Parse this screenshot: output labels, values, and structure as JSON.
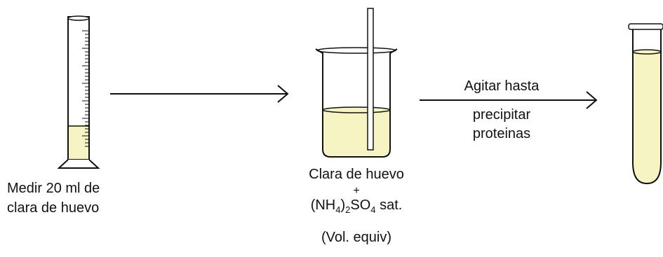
{
  "steps": {
    "measure_line1": "Medir 20 ml de",
    "measure_line2": "clara de huevo",
    "mix_line1": "Clara de huevo",
    "mix_plus": "+",
    "reagent": {
      "part1": "(NH",
      "sub1": "4",
      "part2": ")",
      "sub2": "2",
      "part3": "SO",
      "sub3": "4",
      "suffix": " sat."
    },
    "mix_line3": "(Vol. equiv)",
    "action_line1": "Agitar hasta",
    "action_line2": "precipitar",
    "action_line3": "proteinas"
  },
  "colors": {
    "liquid": "#f6f4c2",
    "outline": "#111111",
    "background": "#ffffff"
  }
}
